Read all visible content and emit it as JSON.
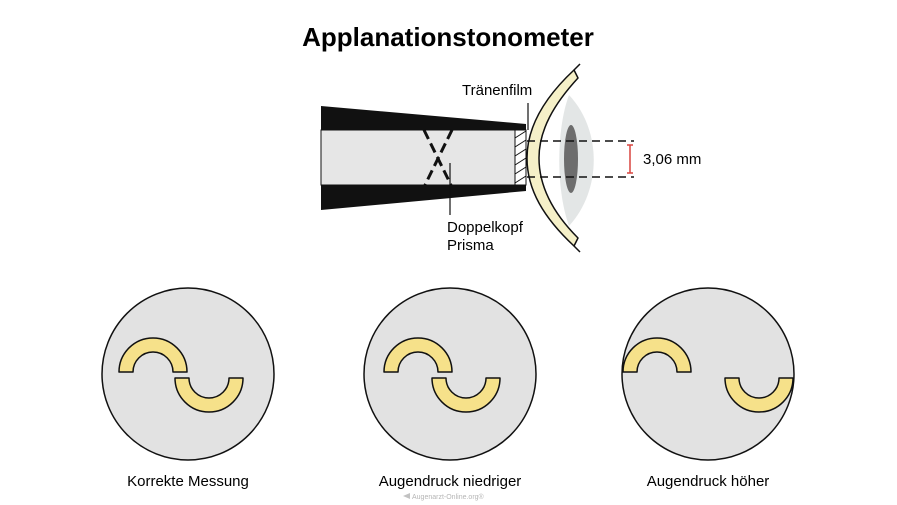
{
  "title": "Applanationstonometer",
  "labels": {
    "tear_film": "Tränenfilm",
    "measure": "3,06 mm",
    "prism_line1": "Doppelkopf",
    "prism_line2": "Prisma"
  },
  "views": [
    {
      "caption": "Korrekte Messung",
      "state": "correct"
    },
    {
      "caption": "Augendruck niedriger",
      "state": "lower"
    },
    {
      "caption": "Augendruck höher",
      "state": "higher"
    }
  ],
  "watermark": "Augenarzt-Online.org®",
  "colors": {
    "semicircle_fill": "#f6e18a",
    "circle_fill": "#e2e2e2",
    "prism_fill": "#e6e6e6",
    "cornea_fill": "#f5f0c8",
    "pupil": "#6d6d6d",
    "measure_marker": "#d9443f"
  }
}
